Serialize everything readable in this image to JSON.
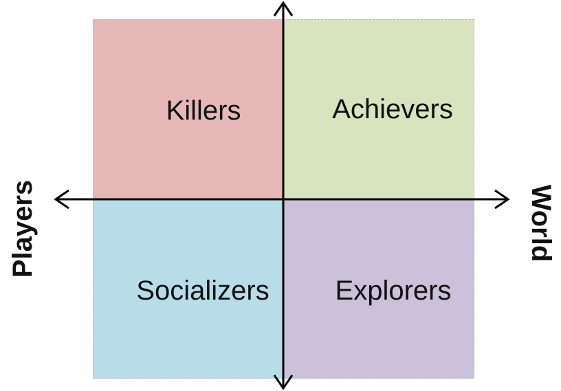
{
  "colors": {
    "killers": "#e6b9b8",
    "achievers": "#d7e4bd",
    "socializers": "#b7dde8",
    "explorers": "#ccc1da",
    "axis": "#000000"
  },
  "quadrants": {
    "top_left": {
      "label": "Killers"
    },
    "top_right": {
      "label": "Achievers"
    },
    "bottom_left": {
      "label": "Socializers"
    },
    "bottom_right": {
      "label": "Explorers"
    }
  },
  "axes": {
    "left_label": "Players",
    "right_label": "World"
  }
}
